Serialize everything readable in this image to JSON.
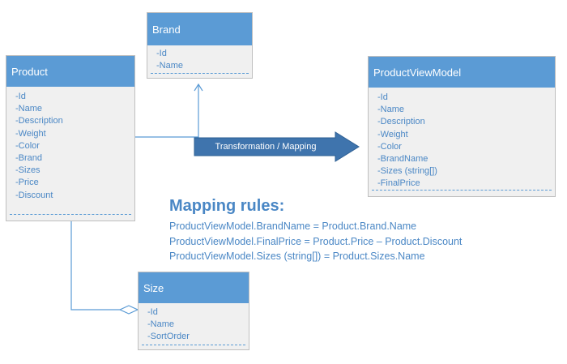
{
  "classes": {
    "brand": {
      "title": "Brand",
      "attributes": [
        "-Id",
        "-Name"
      ]
    },
    "product": {
      "title": "Product",
      "attributes": [
        "-Id",
        "-Name",
        "-Description",
        "-Weight",
        "-Color",
        "-Brand",
        "-Sizes",
        "-Price",
        "-Discount"
      ]
    },
    "view_model": {
      "title": "ProductViewModel",
      "attributes": [
        "-Id",
        "-Name",
        "-Description",
        "-Weight",
        "-Color",
        "-BrandName",
        "-Sizes (string[])",
        "-FinalPrice"
      ]
    },
    "size": {
      "title": "Size",
      "attributes": [
        "-Id",
        "-Name",
        "-SortOrder"
      ]
    }
  },
  "arrow": {
    "label": "Transformation / Mapping"
  },
  "mapping": {
    "title": "Mapping rules:",
    "rules": [
      "ProductViewModel.BrandName = Product.Brand.Name",
      "ProductViewModel.FinalPrice = Product.Price – Product.Discount",
      "ProductViewModel.Sizes (string[]) = Product.Sizes.Name"
    ]
  },
  "colors": {
    "header": "#5b9bd5",
    "text": "#4a87c5",
    "box": "#f0f0f0",
    "arrow": "#3f74ad"
  }
}
